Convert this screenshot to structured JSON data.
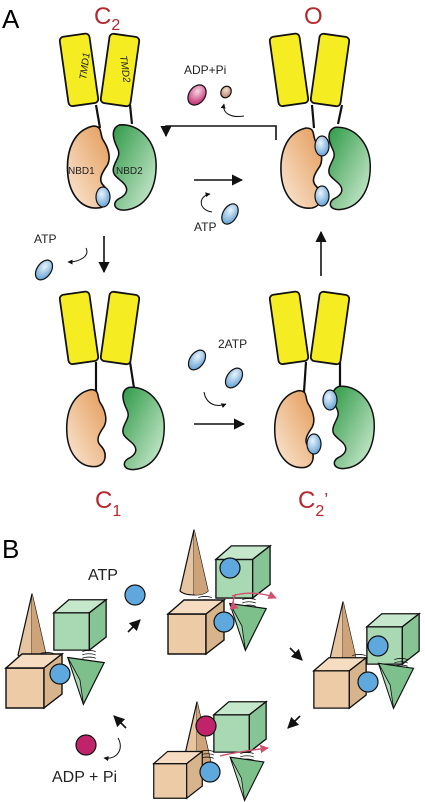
{
  "panel_a": {
    "letter": "A",
    "states": {
      "c2": {
        "main": "C",
        "sub": "2"
      },
      "o": {
        "main": "O"
      },
      "c1": {
        "main": "C",
        "sub": "1"
      },
      "c2prime": {
        "main": "C",
        "sub": "2",
        "prime": "’"
      }
    },
    "domain_labels": {
      "tmd1": "TMD1",
      "tmd2": "TMD2",
      "nbd1": "NBD1",
      "nbd2": "NBD2"
    },
    "labels": {
      "adp_pi": "ADP+Pi",
      "atp_upper": "ATP",
      "atp_left": "ATP",
      "two_atp": "2ATP"
    }
  },
  "panel_b": {
    "letter": "B",
    "labels": {
      "atp": "ATP",
      "adp_pi": "ADP + Pi"
    }
  },
  "colors": {
    "tmd_yellow": "#f5ec21",
    "nbd1_orange": "#e6a061",
    "nbd2_green": "#3fa24d",
    "atp_blue": "#7fb6e0",
    "adp_magenta": "#c0236a",
    "state_red": "#b5282e",
    "cube_tan": "#eccba6",
    "cube_green": "#a9d9b3"
  }
}
